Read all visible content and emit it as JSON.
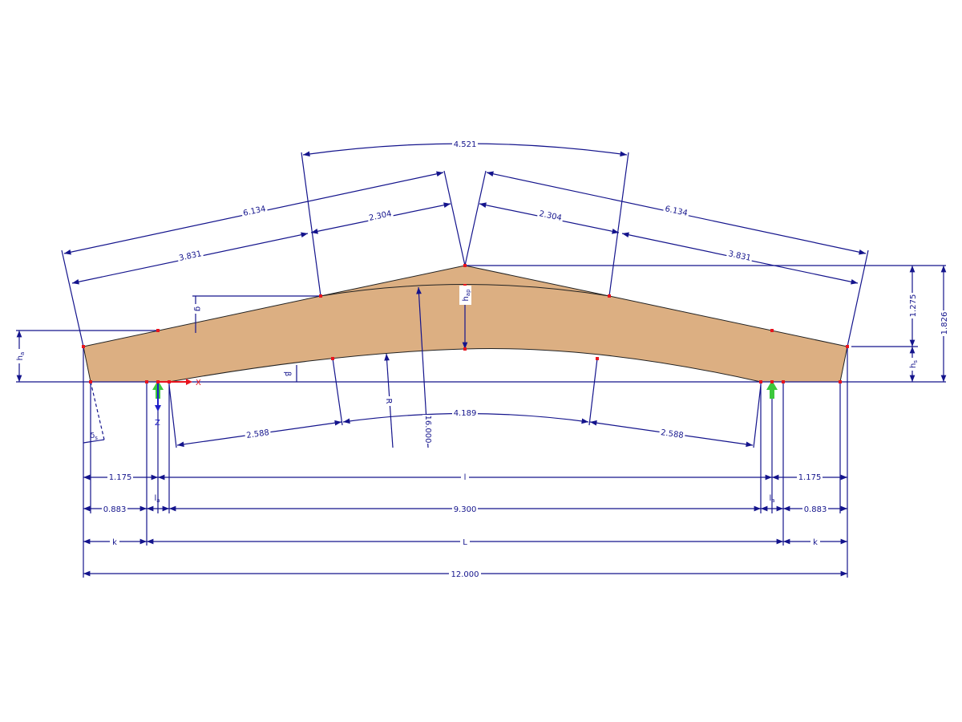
{
  "colors": {
    "beam": "#dcaf82",
    "dimension": "#14148c",
    "node": "#e8141e",
    "support": "#3cc83c",
    "axis_x": "#e8141e",
    "axis_z": "#1e1ec8"
  },
  "labels": {
    "top_left_total": "6.134",
    "top_left_outer": "3.831",
    "top_left_inner": "2.304",
    "top_arc": "4.521",
    "top_right_inner": "2.304",
    "top_right_total": "6.134",
    "top_right_outer": "3.831",
    "g": "g",
    "ha": "h",
    "ha_sub": "a",
    "hap": "h",
    "hap_sub": "ap",
    "beta": "β",
    "radius": "R",
    "radius_value": "16.000",
    "bottom_arc": "4.189",
    "bottom_left": "2.588",
    "bottom_right": "2.588",
    "delta_s": "δ",
    "delta_s_sub": "s",
    "hs": "h",
    "hs_sub": "s",
    "right_upper": "1.275",
    "right_total": "1.826",
    "row1_left": "1.175",
    "row1_mid": "l",
    "row1_right": "1.175",
    "row2_la_left": "l",
    "row2_la_left_sub": "a",
    "row2_left": "0.883",
    "row2_mid": "9.300",
    "row2_la_right": "l",
    "row2_la_right_sub": "a",
    "row2_right": "0.883",
    "row3_left": "k",
    "row3_mid": "L",
    "row3_right": "k",
    "row4_total": "12.000",
    "axis_x": "X",
    "axis_z": "Z"
  }
}
